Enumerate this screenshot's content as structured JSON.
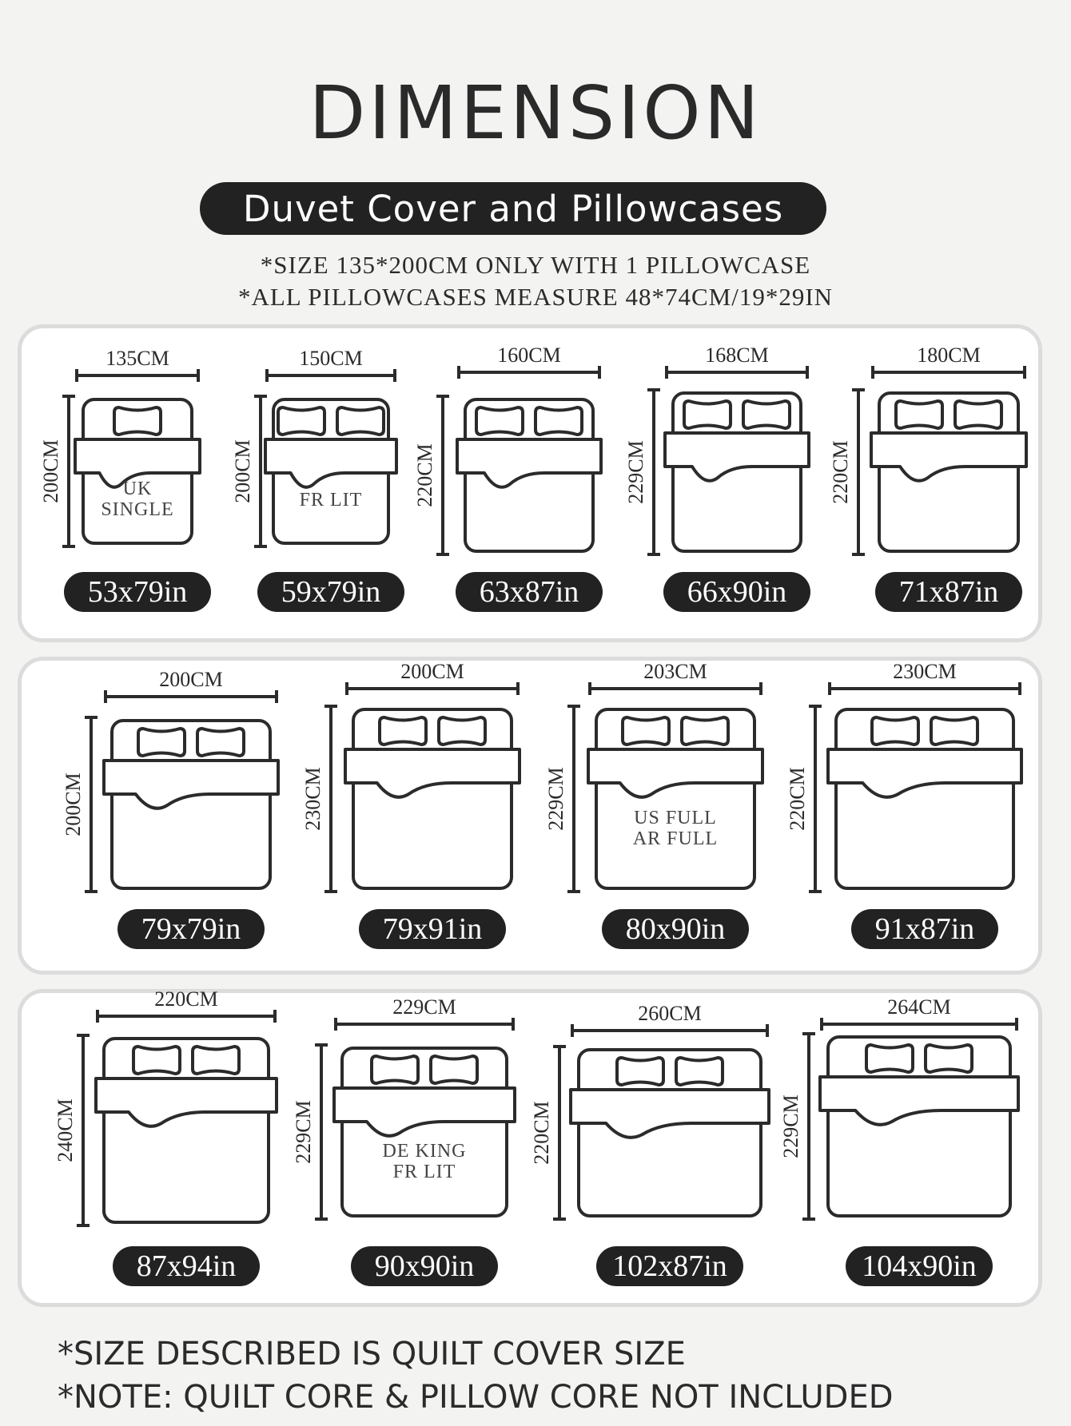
{
  "title": "DIMENSION",
  "subtitle": "Duvet Cover and Pillowcases",
  "notes_top": [
    "*SIZE 135*200CM ONLY WITH 1 PILLOWCASE",
    "*ALL PILLOWCASES MEASURE 48*74CM/19*29IN"
  ],
  "beds": [
    {
      "width": "135CM",
      "height": "200CM",
      "inches": "53x79in",
      "pillows": 1,
      "label": [
        "UK",
        "SINGLE"
      ]
    },
    {
      "width": "150CM",
      "height": "200CM",
      "inches": "59x79in",
      "pillows": 2,
      "label": [
        "FR LIT"
      ]
    },
    {
      "width": "160CM",
      "height": "220CM",
      "inches": "63x87in",
      "pillows": 2,
      "label": []
    },
    {
      "width": "168CM",
      "height": "229CM",
      "inches": "66x90in",
      "pillows": 2,
      "label": []
    },
    {
      "width": "180CM",
      "height": "220CM",
      "inches": "71x87in",
      "pillows": 2,
      "label": []
    },
    {
      "width": "200CM",
      "height": "200CM",
      "inches": "79x79in",
      "pillows": 2,
      "label": []
    },
    {
      "width": "200CM",
      "height": "230CM",
      "inches": "79x91in",
      "pillows": 2,
      "label": []
    },
    {
      "width": "203CM",
      "height": "229CM",
      "inches": "80x90in",
      "pillows": 2,
      "label": [
        "US FULL",
        "AR FULL"
      ]
    },
    {
      "width": "230CM",
      "height": "220CM",
      "inches": "91x87in",
      "pillows": 2,
      "label": []
    },
    {
      "width": "220CM",
      "height": "240CM",
      "inches": "87x94in",
      "pillows": 2,
      "label": []
    },
    {
      "width": "229CM",
      "height": "229CM",
      "inches": "90x90in",
      "pillows": 2,
      "label": [
        "DE KING",
        "FR LIT"
      ]
    },
    {
      "width": "260CM",
      "height": "220CM",
      "inches": "102x87in",
      "pillows": 2,
      "label": []
    },
    {
      "width": "264CM",
      "height": "229CM",
      "inches": "104x90in",
      "pillows": 2,
      "label": []
    }
  ],
  "notes_bottom": [
    "*SIZE DESCRIBED IS QUILT COVER SIZE",
    "*NOTE: QUILT CORE & PILLOW CORE NOT INCLUDED"
  ]
}
